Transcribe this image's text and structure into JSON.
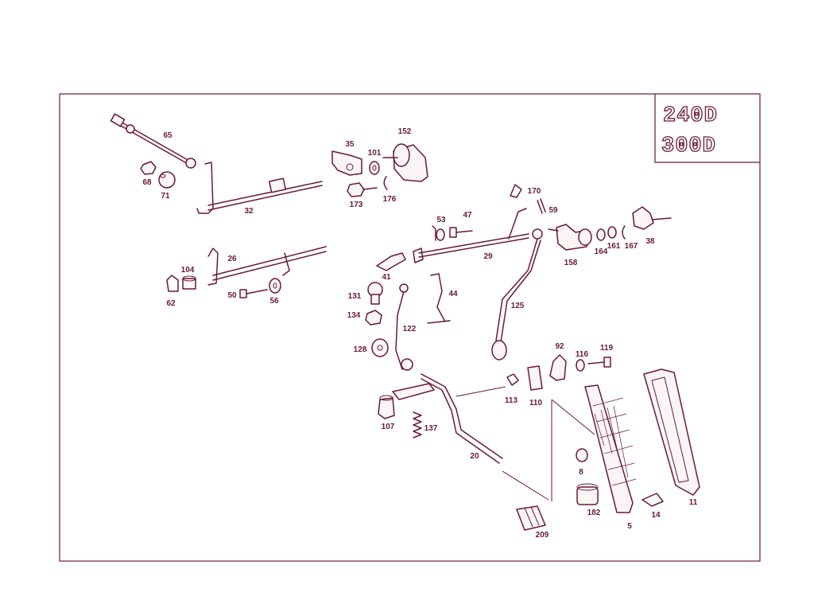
{
  "model_badges": [
    "240D",
    "300D"
  ],
  "labels": [
    "65",
    "68",
    "71",
    "32",
    "35",
    "101",
    "152",
    "173",
    "176",
    "170",
    "59",
    "53",
    "47",
    "29",
    "158",
    "164",
    "161",
    "167",
    "38",
    "26",
    "104",
    "62",
    "50",
    "56",
    "41",
    "44",
    "131",
    "134",
    "122",
    "125",
    "128",
    "92",
    "116",
    "119",
    "113",
    "110",
    "107",
    "137",
    "20",
    "8",
    "182",
    "5",
    "14",
    "11",
    "209"
  ],
  "colors": {
    "line": "#6b1a2e",
    "background": "#ffffff"
  }
}
